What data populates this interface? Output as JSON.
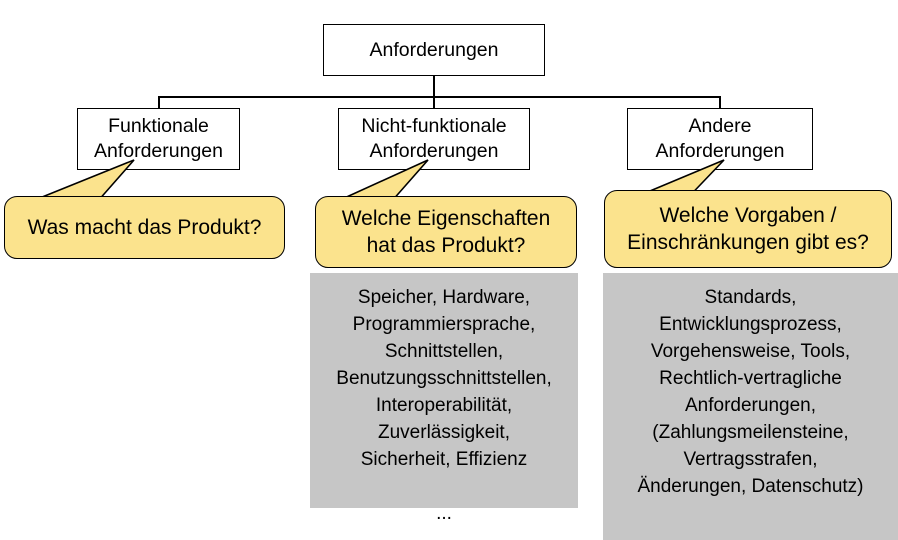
{
  "diagram": {
    "title": "Anforderungen",
    "type": "tree-diagram",
    "colors": {
      "callout_fill": "#FBE38D",
      "gray_fill": "#C6C6C6",
      "node_fill": "#FFFFFF",
      "stroke": "#000000"
    }
  },
  "nodes": {
    "root": {
      "label": "Anforderungen"
    },
    "functional": {
      "label": "Funktionale\nAnforderungen"
    },
    "nonfunctional": {
      "label": "Nicht-funktionale\nAnforderungen"
    },
    "other": {
      "label": "Andere\nAnforderungen"
    }
  },
  "callouts": {
    "functional": {
      "text": "Was macht das Produkt?"
    },
    "nonfunctional": {
      "text": "Welche Eigenschaften\nhat das Produkt?"
    },
    "other": {
      "text": "Welche Vorgaben /\nEinschränkungen gibt es?"
    }
  },
  "detail_boxes": {
    "nonfunctional": {
      "text": "Speicher, Hardware,\nProgrammiersprache,\nSchnittstellen,\nBenutzungsschnittstellen,\nInteroperabilität,\nZuverlässigkeit,\nSicherheit, Effizienz\n\n..."
    },
    "other": {
      "text": "Standards,\nEntwicklungsprozess,\nVorgehensweise, Tools,\nRechtlich-vertragliche\nAnforderungen,\n(Zahlungsmeilensteine,\nVertragsstrafen,\nÄnderungen, Datenschutz)\n\n..."
    }
  }
}
